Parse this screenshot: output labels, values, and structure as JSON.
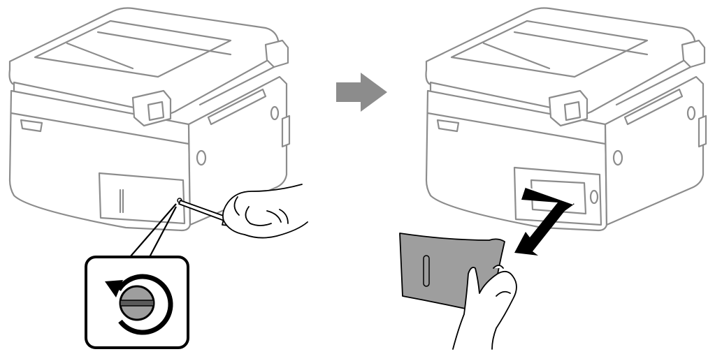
{
  "diagram": {
    "steps": [
      {
        "id": "step-1",
        "action": "unscrew-cover-screw"
      },
      {
        "id": "step-2",
        "action": "remove-maintenance-box-cover"
      }
    ],
    "icons": {
      "arrow": "right-arrow-icon",
      "rotate": "counterclockwise-rotate-icon",
      "screw": "screw-head-icon",
      "pull": "pull-arrow-icon"
    },
    "colors": {
      "outline": "#8c8c8c",
      "arrow": "#8c8c8c",
      "callout_border": "#000000",
      "cover_fill": "#9e9e9e",
      "black": "#000000",
      "background": "#ffffff"
    }
  }
}
